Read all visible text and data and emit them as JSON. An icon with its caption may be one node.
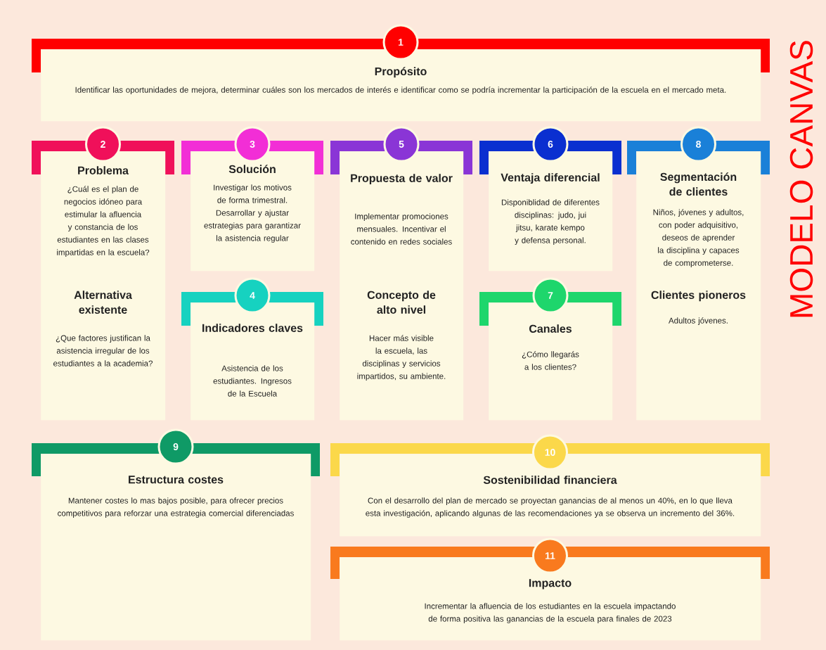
{
  "diagram": {
    "title": "MODELO CANVAS",
    "nodes": [
      {
        "text": [
          "1",
          "Propósito",
          "Identificar las oportunidades de mejora, determinar cuáles son los mercados de interés e identificar como se podría incrementar la participación de la escuela en el mercado meta."
        ]
      },
      {
        "text": [
          "2",
          "Problema",
          "¿Cuál es el plan de negocios idóneo para estimular la afluencia y constancia de los estudiantes en las clases impartidas en la escuela?",
          "Alternativa existente",
          "¿Que factores justifican la asistencia irregular de los estudiantes a la academia?"
        ]
      },
      {
        "text": [
          "3",
          "Solución",
          "Investigar los motivos de forma trimestral. Desarrollar y ajustar estrategias para garantizar la asistencia regular"
        ]
      },
      {
        "text": [
          "4",
          "Indicadores claves",
          "Asistencia de los estudiantes. Ingresos de la Escuela"
        ]
      },
      {
        "text": [
          "5",
          "Propuesta de valor",
          "Implementar promociones mensuales. Incentivar el contenido en redes sociales",
          "Concepto de alto nivel",
          "Hacer más visible la escuela, las disciplinas y servicios impartidos, su ambiente."
        ]
      },
      {
        "text": [
          "6",
          "Ventaja diferencial",
          "Disponiblidad de diferentes disciplinas: judo, jui jitsu, karate kempo y defensa personal."
        ]
      },
      {
        "text": [
          "7",
          "Canales",
          "¿Cómo llegarás a los clientes?"
        ]
      },
      {
        "text": [
          "8",
          "Segmentación de clientes",
          "Niños, jóvenes y adultos, con poder adquisitivo, deseos de aprender la disciplina y capaces de comprometerse.",
          "Clientes pioneros",
          "Adultos jóvenes."
        ]
      },
      {
        "text": [
          "9",
          "Estructura costes",
          "Mantener costes lo mas bajos posible, para ofrecer precios competitivos para reforzar una estrategia comercial diferenciadas"
        ]
      },
      {
        "text": [
          "10",
          "Sostenibilidad financiera",
          "Con el desarrollo del plan de mercado se proyectan ganancias de al menos un 40%, en lo que lleva esta investigación, aplicando algunas de las recomendaciones ya se observa un incremento del 36%."
        ]
      },
      {
        "text": [
          "11",
          "Impacto",
          "Incrementar la afluencia de los estudiantes en la escuela impactando de forma positiva las ganancias de la escuela para finales de 2023"
        ]
      }
    ]
  }
}
